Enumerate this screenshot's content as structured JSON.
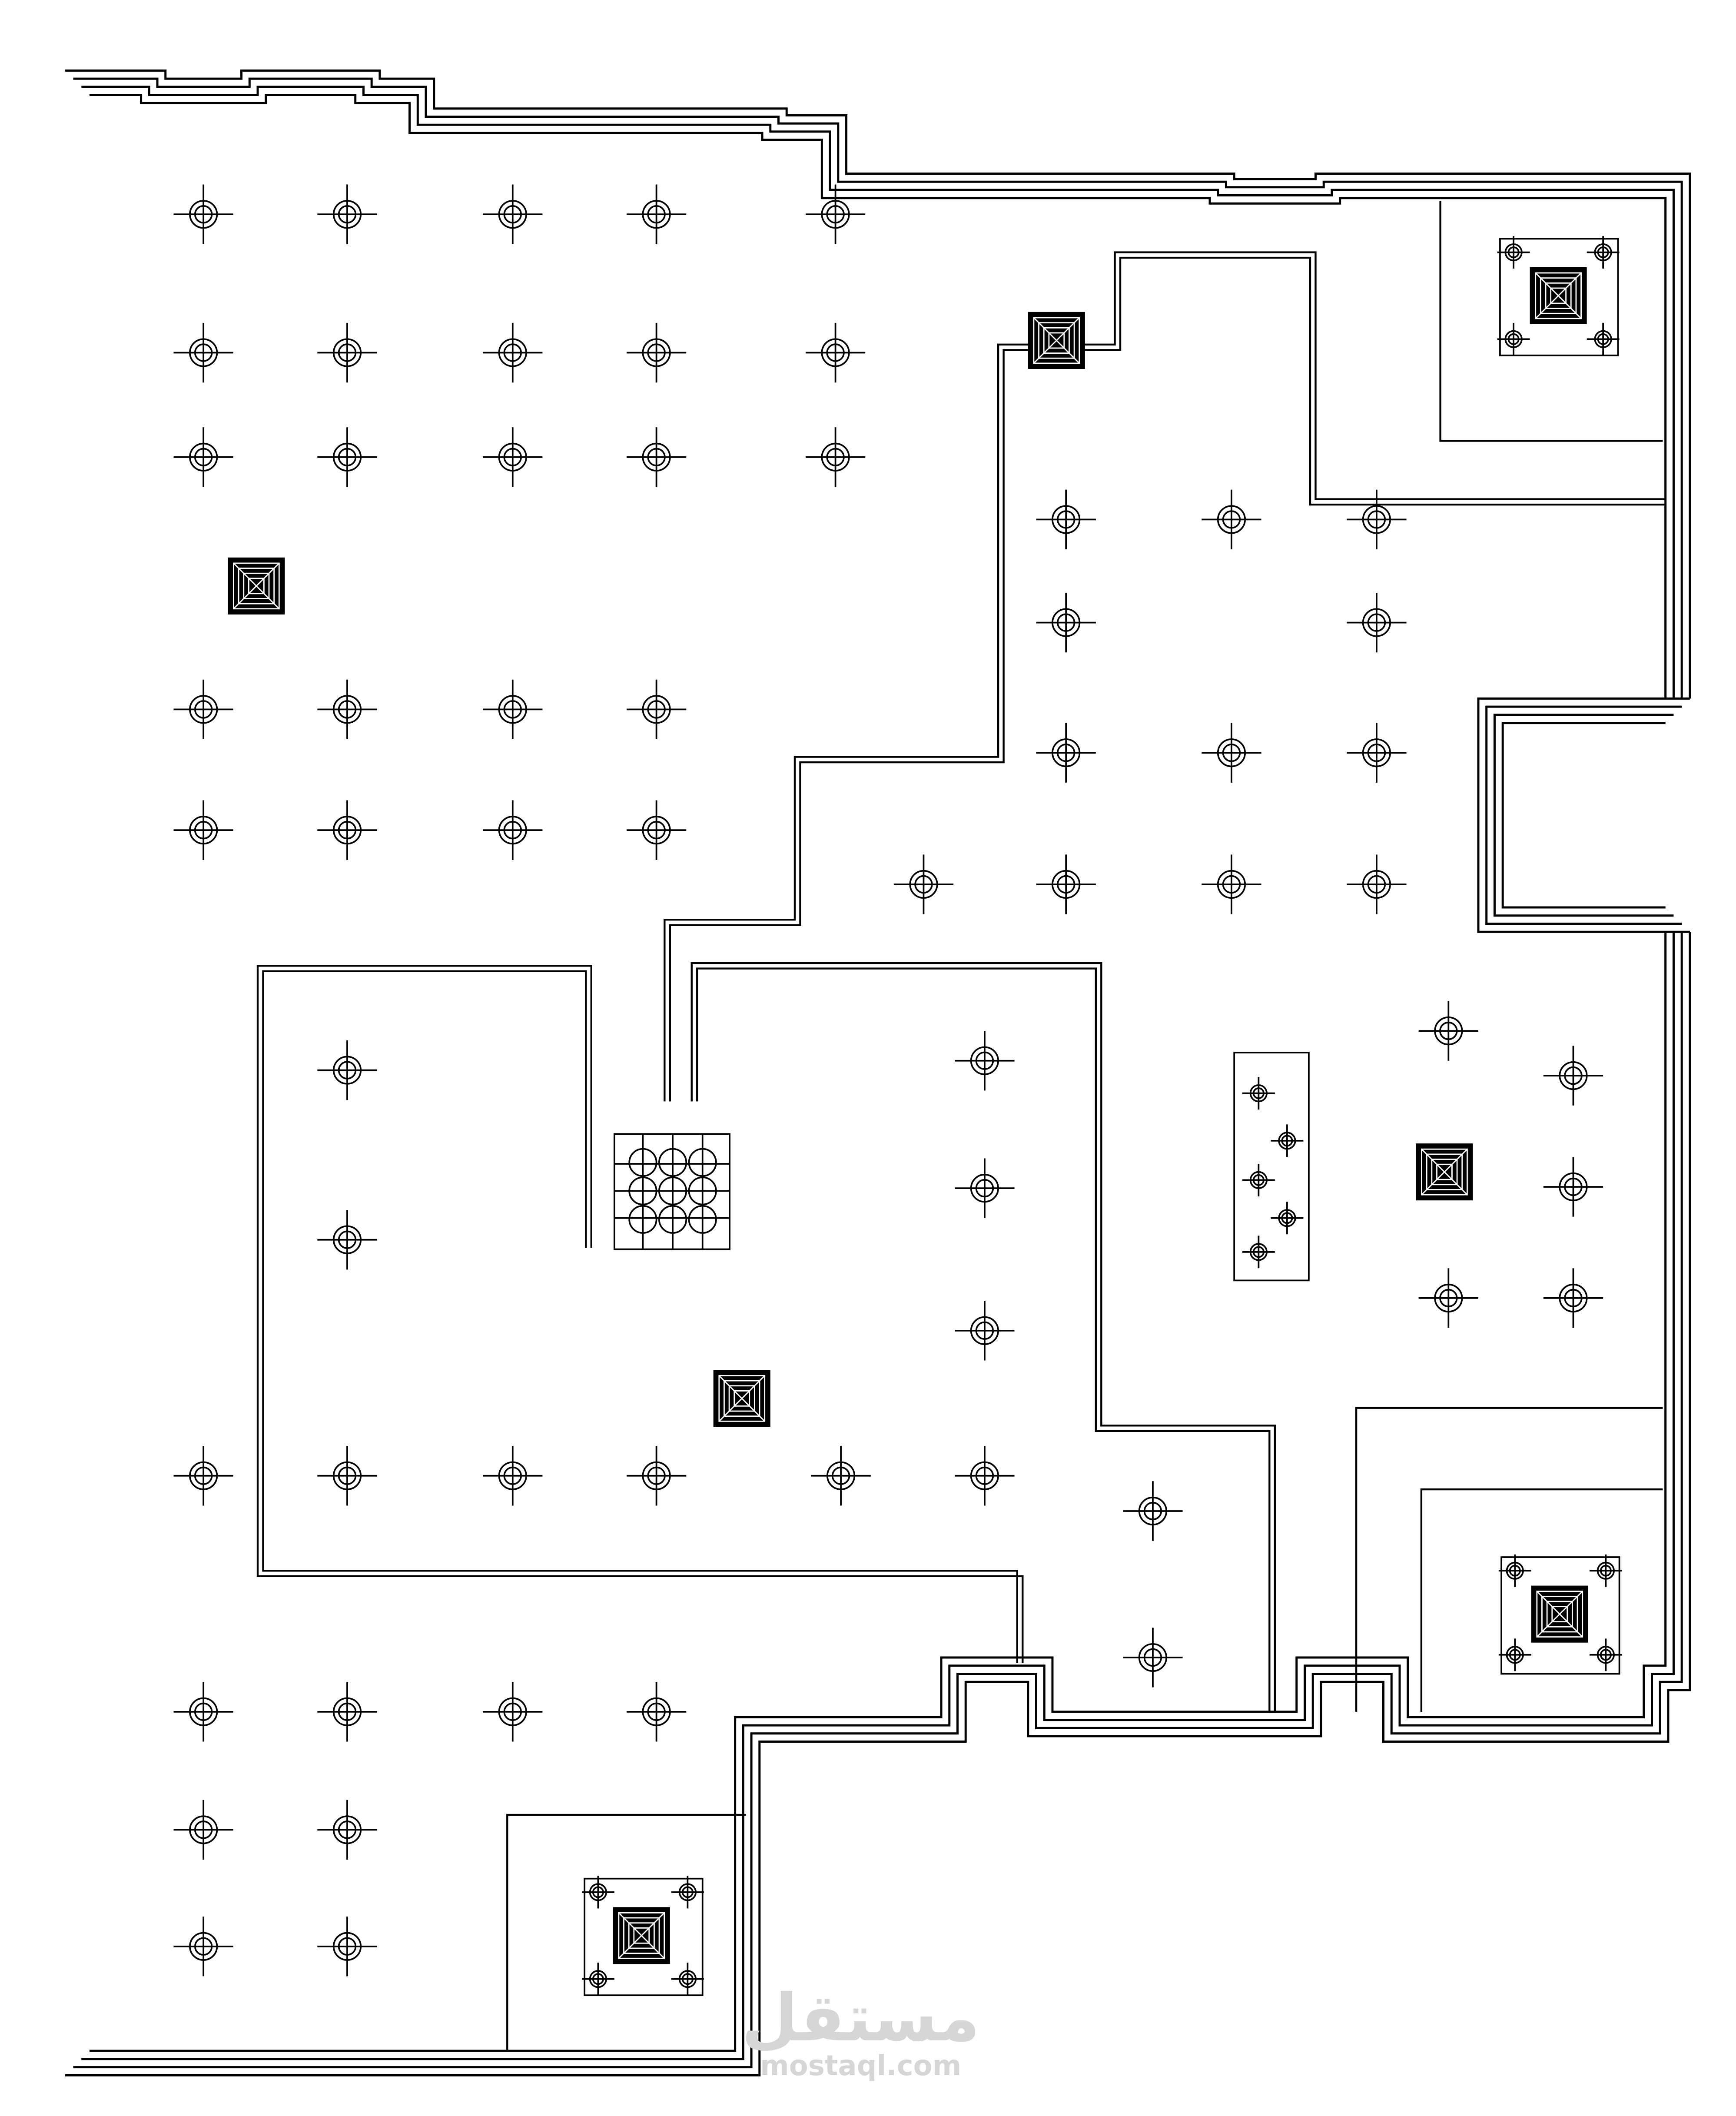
{
  "drawing": {
    "kind": "reflected ceiling plan",
    "line_color": "#000000",
    "background": "#ffffff",
    "fixture_types": [
      "downlight-icon",
      "pyramid-light-icon",
      "fixture-panel-icon"
    ]
  },
  "watermark": {
    "logo_text": "مستقل",
    "url_text": "mostaql.com",
    "color": "#d6d6d6"
  }
}
